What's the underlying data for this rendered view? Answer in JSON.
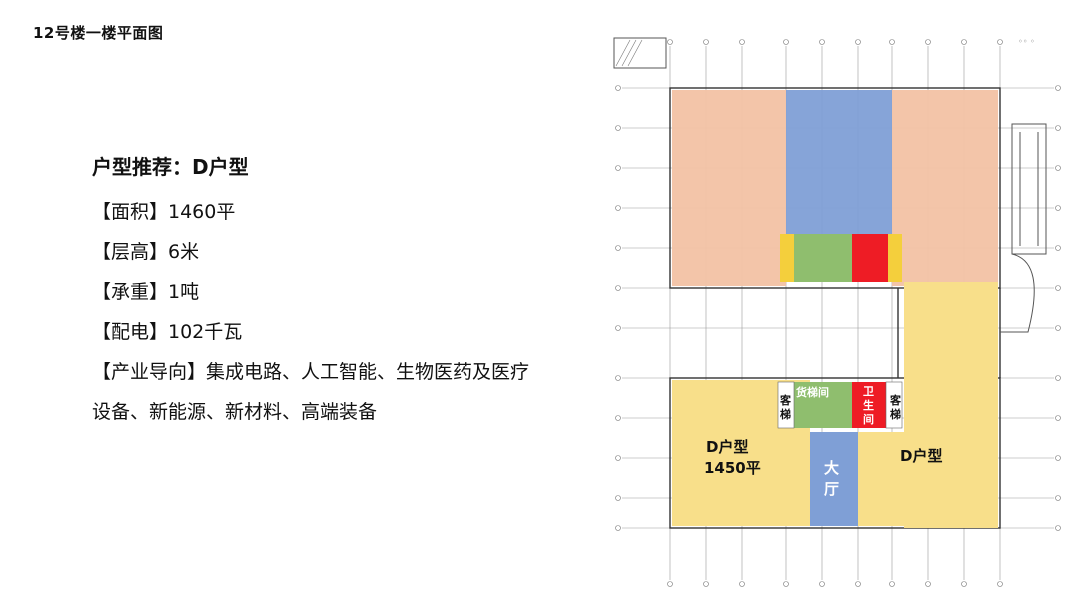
{
  "page_title": "12号楼一楼平面图",
  "info": {
    "heading": "户型推荐：D户型",
    "area": "【面积】1460平",
    "height": "【层高】6米",
    "load": "【承重】1吨",
    "power": "【配电】102千瓦",
    "industry": "【产业导向】集成电路、人工智能、生物医药及医疗设备、新能源、新材料、高端装备"
  },
  "plan": {
    "left_unit_label": "D户型",
    "left_unit_area": "1450平",
    "right_unit_label": "D户型",
    "lobby_label_1": "大",
    "lobby_label_2": "厅",
    "freight_elevator_label": "货梯间",
    "passenger_elevator_left_1": "客",
    "passenger_elevator_left_2": "梯",
    "passenger_elevator_right_1": "客",
    "passenger_elevator_right_2": "梯",
    "restroom_1": "卫",
    "restroom_2": "生",
    "restroom_3": "间",
    "colors": {
      "peach": "#f2c2a4",
      "blue": "#7f9fd6",
      "yellow": "#f8df8a",
      "green": "#8fbe6e",
      "red": "#ee1c25",
      "dark_yellow": "#f4cf3c"
    }
  }
}
